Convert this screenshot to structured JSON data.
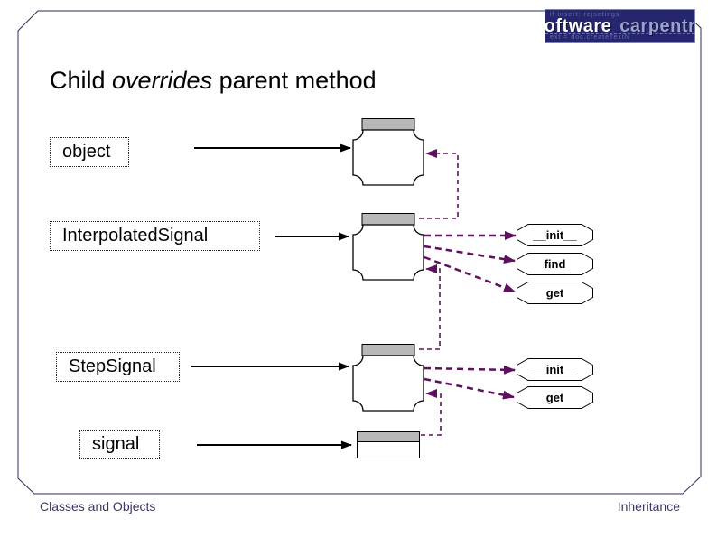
{
  "slide": {
    "title": {
      "pre": "Child ",
      "emphasis": "overrides",
      "post": " parent method"
    },
    "footer_left": "Classes and Objects",
    "footer_right": "Inheritance"
  },
  "logo": {
    "word1": "software",
    "word2": "carpentry",
    "bg_line1": "if insert: rejsetings",
    "bg_line2": "ext = doc.createTextN"
  },
  "diagram": {
    "classes": [
      {
        "label": "object",
        "methods": []
      },
      {
        "label": "InterpolatedSignal",
        "methods": [
          "__init__",
          "find",
          "get"
        ]
      },
      {
        "label": "StepSignal",
        "methods": [
          "__init__",
          "get"
        ]
      },
      {
        "label": "signal",
        "methods": []
      }
    ],
    "colors": {
      "dashed_arrow": "#5e105e",
      "solid_arrow": "#000000",
      "shape_header_gray": "#b8b8b8",
      "frame_border": "#2d2d5e",
      "logo_background": "#26266e"
    }
  }
}
